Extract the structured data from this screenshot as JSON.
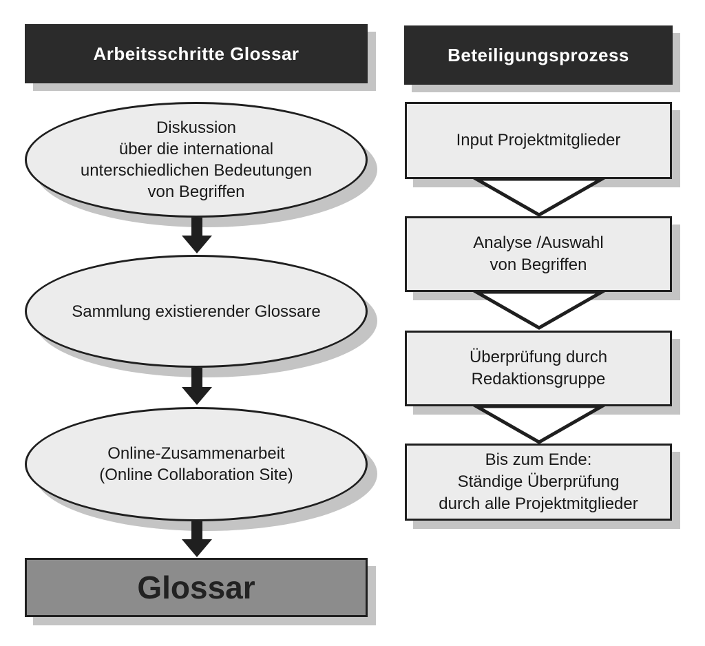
{
  "left_column": {
    "header": "Arbeitsschritte Glossar",
    "steps": [
      "Diskussion\nüber die international\nunterschiedlichen Bedeutungen\nvon Begriffen",
      "Sammlung existierender Glossare",
      "Online-Zusammenarbeit\n(Online Collaboration Site)"
    ],
    "result": "Glossar"
  },
  "right_column": {
    "header": "Beteiligungsprozess",
    "steps": [
      "Input Projektmitglieder",
      "Analyse /Auswahl\nvon Begriffen",
      "Überprüfung durch\nRedaktionsgruppe",
      "Bis zum Ende:\nStändige Überprüfung\ndurch alle Projektmitglieder"
    ]
  },
  "colors": {
    "header_bg": "#2b2b2b",
    "shape_fill": "#ececec",
    "result_fill": "#8c8c8c",
    "shadow": "#c4c4c4",
    "outline": "#1f1f1f"
  }
}
